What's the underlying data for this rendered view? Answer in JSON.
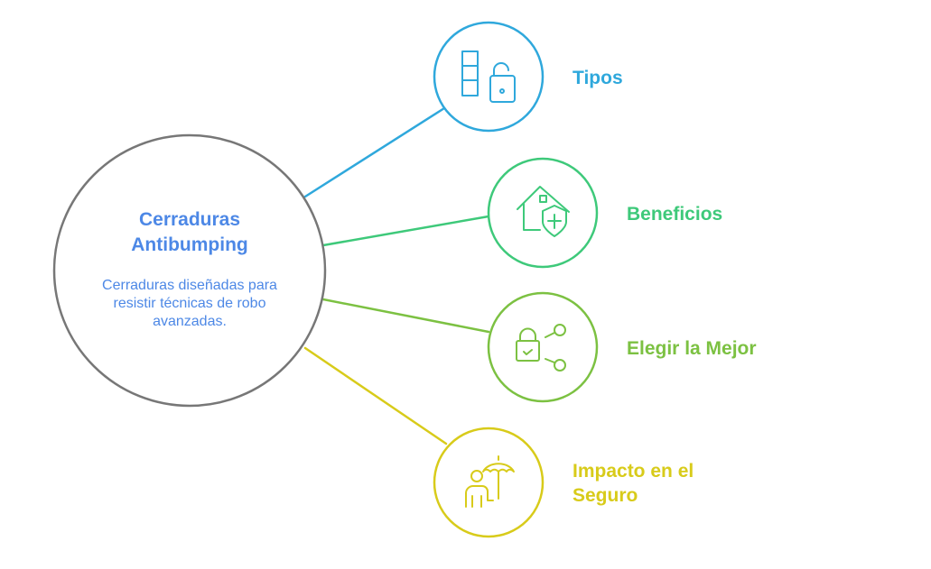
{
  "center": {
    "title_line1": "Cerraduras",
    "title_line2": "Antibumping",
    "description": "Cerraduras diseñadas para resistir técnicas de robo avanzadas."
  },
  "branches": [
    {
      "label": "Tipos",
      "icon": "columns-unlocked-padlock-icon",
      "color": "#2fa8dc"
    },
    {
      "label": "Beneficios",
      "icon": "house-shield-icon",
      "color": "#3ec97a"
    },
    {
      "label": "Elegir la Mejor",
      "icon": "padlock-check-share-icon",
      "color": "#7cc142"
    },
    {
      "label_line1": "Impacto en el",
      "label_line2": "Seguro",
      "icon": "person-umbrella-icon",
      "color": "#d8cb1a"
    }
  ]
}
